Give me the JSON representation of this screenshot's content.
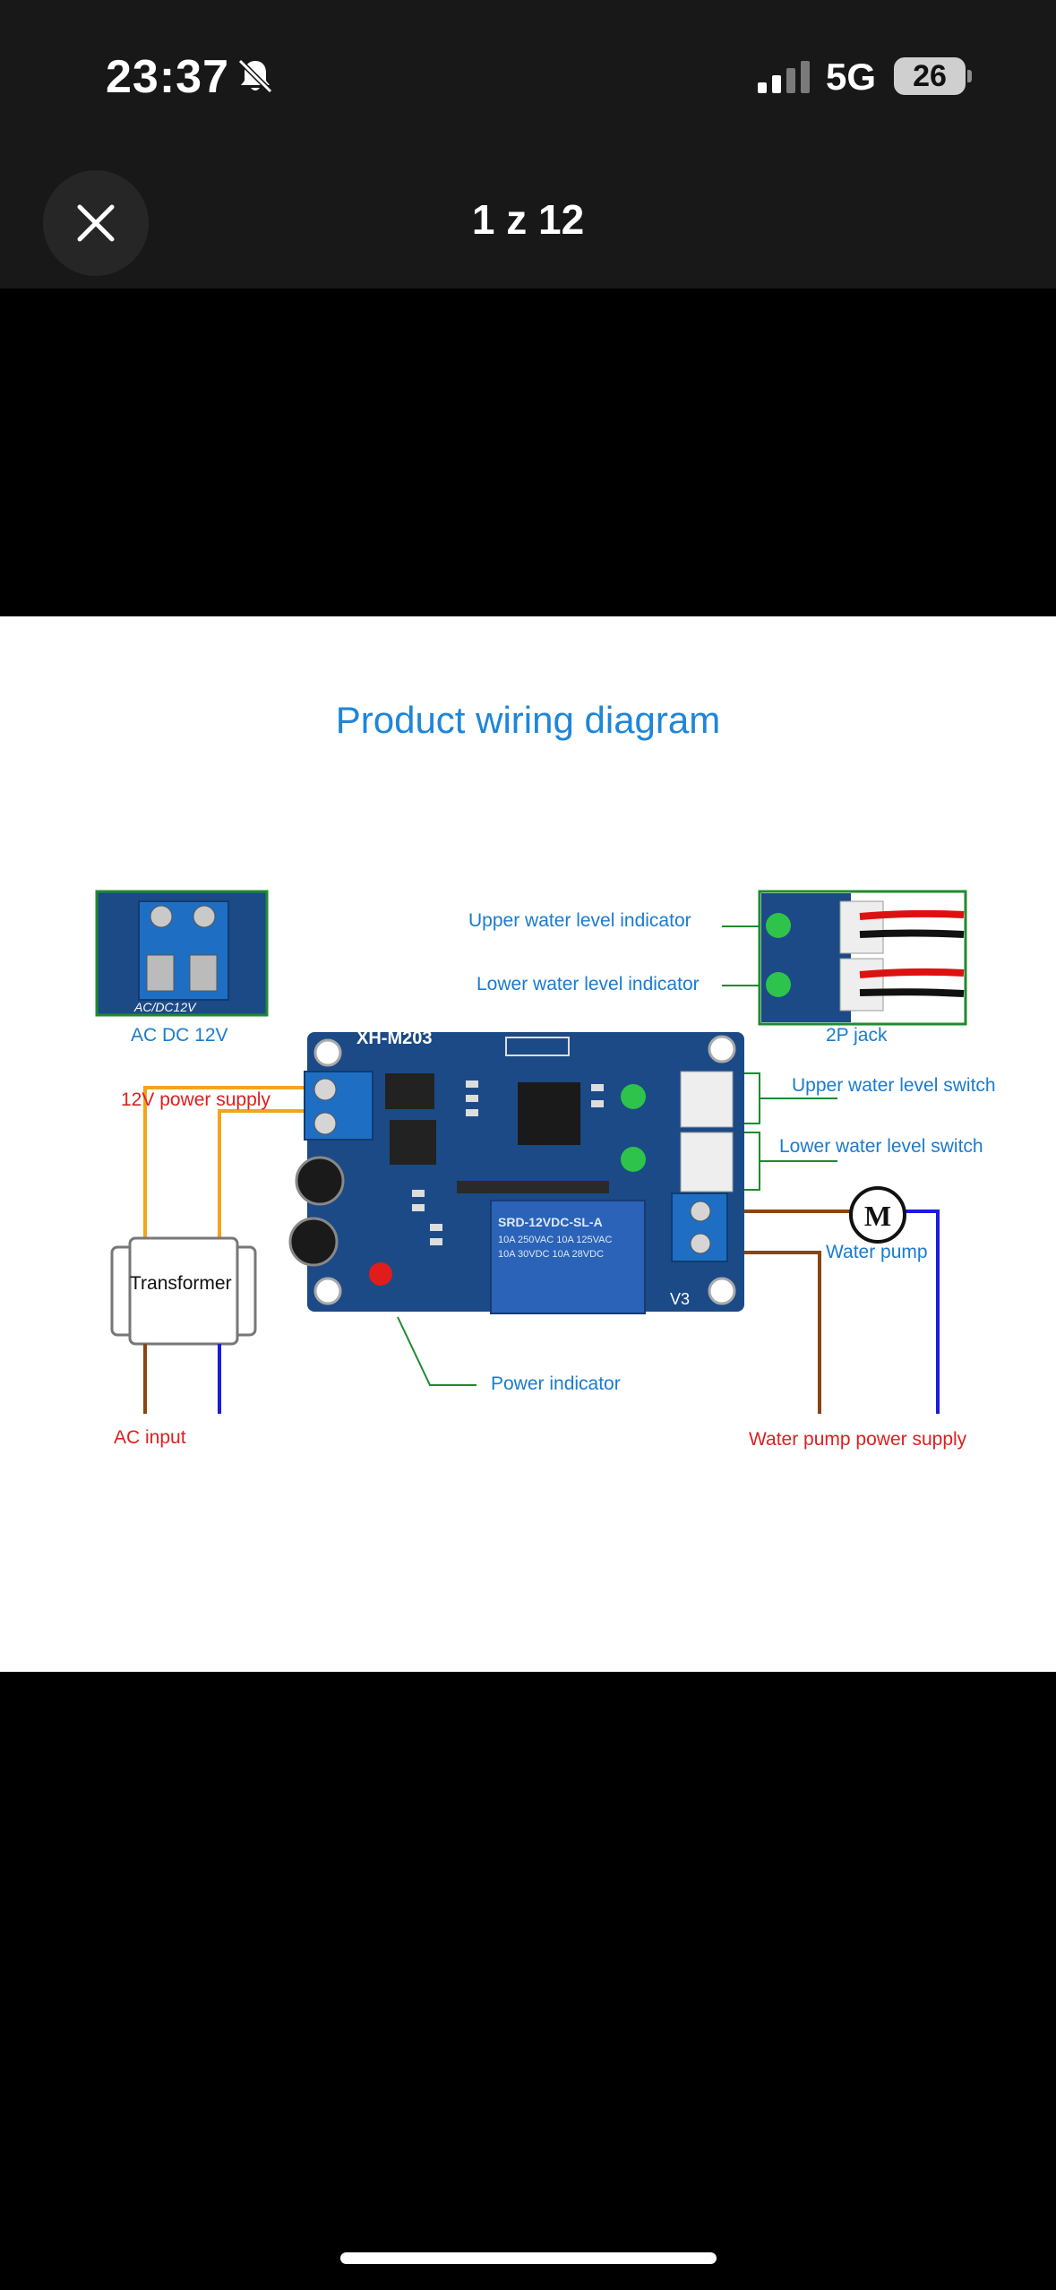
{
  "status": {
    "time": "23:37",
    "network": "5G",
    "battery": "26",
    "icons": [
      "bell-slash-icon",
      "cellular-signal-icon",
      "battery-icon"
    ]
  },
  "viewer": {
    "counter": "1 z 12",
    "close_icon": "close-icon"
  },
  "diagram": {
    "title": "Product wiring diagram",
    "labels": {
      "ac_dc": "AC DC 12V",
      "power_supply_12v": "12V power supply",
      "transformer": "Transformer",
      "ac_input": "AC input",
      "upper_indicator": "Upper water level indicator",
      "lower_indicator": "Lower water level indicator",
      "jack_2p": "2P jack",
      "upper_switch": "Upper water level switch",
      "lower_switch": "Lower water level switch",
      "water_pump": "Water pump",
      "power_indicator": "Power indicator",
      "pump_supply": "Water pump power supply"
    },
    "board": {
      "model": "XH-M203",
      "inset_text": "AC/DC12V",
      "relay_text": "SRD-12VDC-SL-A",
      "relay_ratings": [
        "10A 250VAC 10A 125VAC",
        "10A 30VDC 10A 28VDC"
      ],
      "v3": "V3",
      "motor": "M"
    },
    "colors": {
      "label_blue": "#1a7bd0",
      "label_red": "#e01e1e",
      "board_blue": "#1c4a86",
      "wire_orange": "#f2a51a",
      "wire_brown": "#8b4513",
      "wire_blue": "#1b1be0",
      "callout_green": "#1f8a2e"
    }
  }
}
